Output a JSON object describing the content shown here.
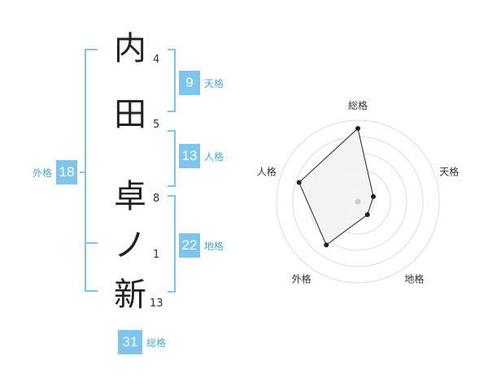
{
  "name": {
    "chars": [
      {
        "char": "内",
        "strokes": "4"
      },
      {
        "char": "田",
        "strokes": "5"
      },
      {
        "char": "卓",
        "strokes": "8"
      },
      {
        "char": "ノ",
        "strokes": "1"
      },
      {
        "char": "新",
        "strokes": "13"
      }
    ]
  },
  "fortunes": {
    "tenkaku": {
      "value": "9",
      "label": "天格"
    },
    "jinkaku": {
      "value": "13",
      "label": "人格"
    },
    "chikaku": {
      "value": "22",
      "label": "地格"
    },
    "gaikaku": {
      "value": "18",
      "label": "外格"
    },
    "soukaku": {
      "value": "31",
      "label": "総格"
    }
  },
  "colors": {
    "accent": "#7ec5ee",
    "accent_text": "#4ba7dd",
    "radar_fill": "#f2f2f2",
    "radar_stroke": "#222222"
  },
  "chart_data": {
    "type": "radar",
    "axes": [
      "総格",
      "天格",
      "地格",
      "外格",
      "人格"
    ],
    "values": [
      4.5,
      1.0,
      1.0,
      3.3,
      3.8
    ],
    "scale_max": 5,
    "rings": 5
  }
}
